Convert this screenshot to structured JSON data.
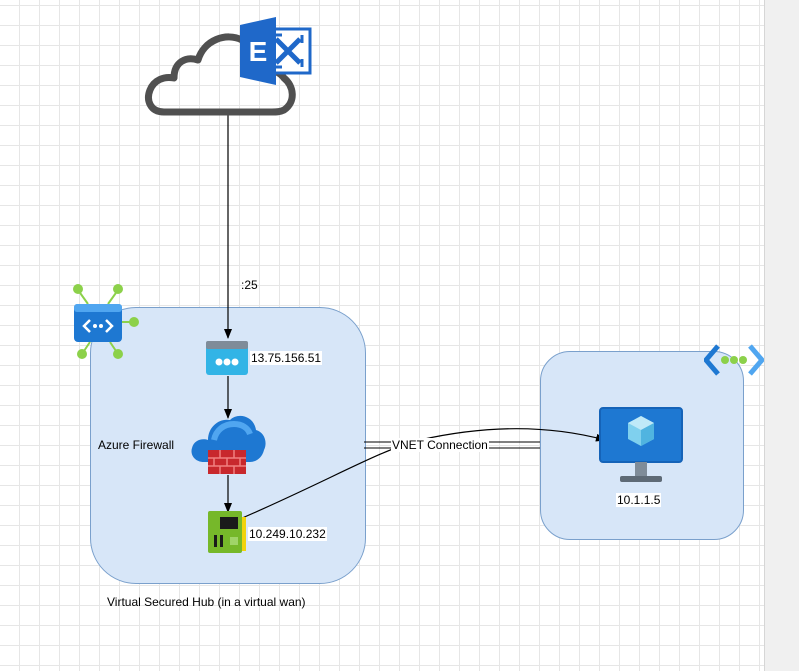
{
  "diagram": {
    "port_label": ":25",
    "public_ip": "13.75.156.51",
    "firewall_label": "Azure Firewall",
    "private_ip": "10.249.10.232",
    "connection_label": "VNET Connection",
    "vm_ip": "10.1.1.5",
    "hub_caption": "Virtual Secured Hub (in a virtual wan)",
    "exchange_letter": "E"
  },
  "colors": {
    "box_fill": "#d7e6f8",
    "box_border": "#7aa0cc",
    "azure_blue": "#1e78d2",
    "node_green": "#8cd14a",
    "firewall_red": "#c8282d",
    "nic_green": "#76b82a"
  },
  "icons": [
    "cloud-icon",
    "exchange-icon",
    "virtual-wan-icon",
    "public-ip-icon",
    "azure-firewall-icon",
    "network-interface-icon",
    "virtual-network-icon",
    "virtual-machine-icon"
  ]
}
